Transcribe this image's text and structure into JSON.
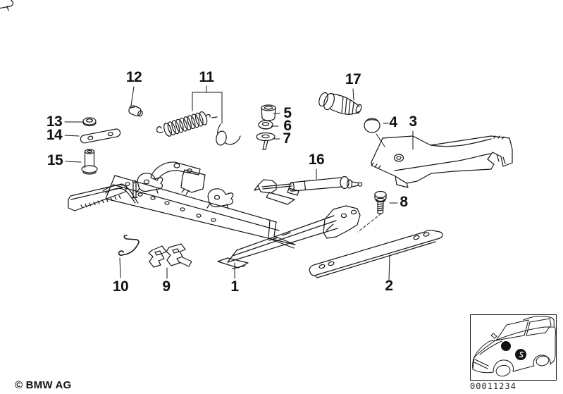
{
  "page": {
    "background": "#ffffff",
    "line_color": "#161616"
  },
  "callouts": [
    {
      "label": "1"
    },
    {
      "label": "2"
    },
    {
      "label": "3"
    },
    {
      "label": "4"
    },
    {
      "label": "5"
    },
    {
      "label": "6"
    },
    {
      "label": "7"
    },
    {
      "label": "8"
    },
    {
      "label": "9"
    },
    {
      "label": "10"
    },
    {
      "label": "11"
    },
    {
      "label": "12"
    },
    {
      "label": "13"
    },
    {
      "label": "14"
    },
    {
      "label": "15"
    },
    {
      "label": "16"
    },
    {
      "label": "17"
    }
  ],
  "footer": {
    "copyright": "© BMW AG"
  },
  "thumbnail": {
    "image_number": "00011234",
    "icon": "bmw-sedan-three-quarter-outline",
    "markers": [
      "part-location-dot",
      "part-location-dot-glyph"
    ]
  }
}
